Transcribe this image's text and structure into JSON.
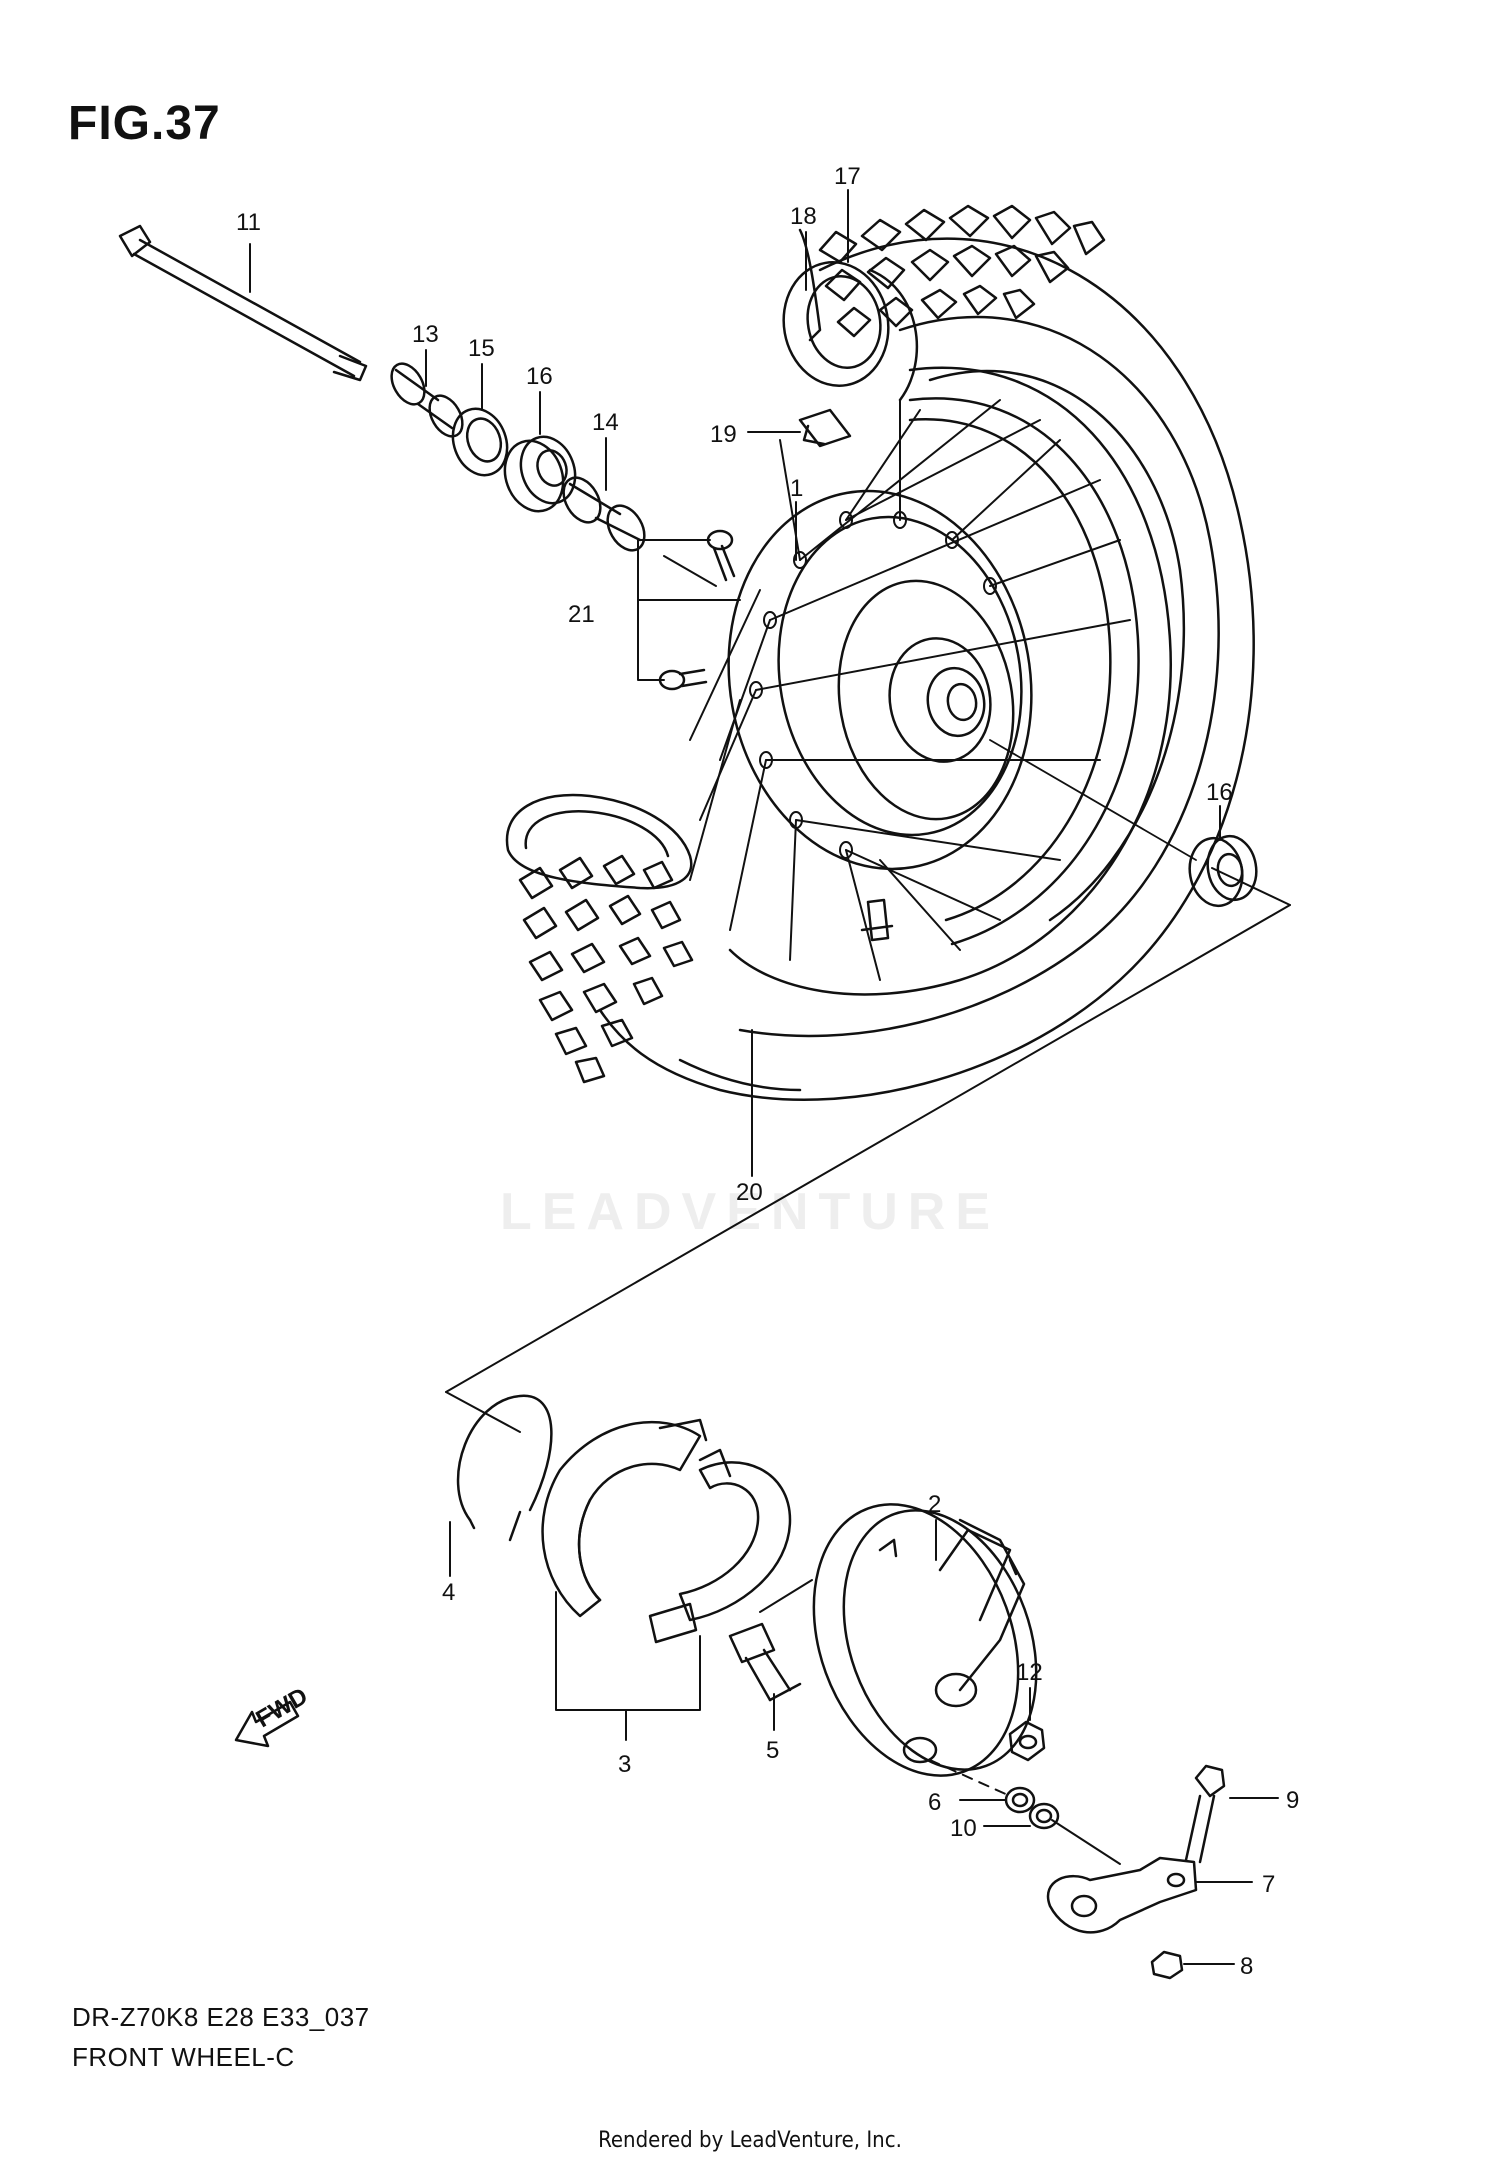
{
  "figure": {
    "title": "FIG.37",
    "model_code": "DR-Z70K8 E28 E33_037",
    "section_name": "FRONT WHEEL-C",
    "footer": "Rendered by LeadVenture, Inc.",
    "watermark": "LEADVENTURE",
    "fwd_label": "FWD"
  },
  "callouts": {
    "c1": "1",
    "c2": "2",
    "c3": "3",
    "c4": "4",
    "c5": "5",
    "c6": "6",
    "c7": "7",
    "c8": "8",
    "c9": "9",
    "c10": "10",
    "c11": "11",
    "c12": "12",
    "c13": "13",
    "c14": "14",
    "c15": "15",
    "c16a": "16",
    "c16b": "16",
    "c17": "17",
    "c18": "18",
    "c19": "19",
    "c20": "20",
    "c21": "21"
  }
}
